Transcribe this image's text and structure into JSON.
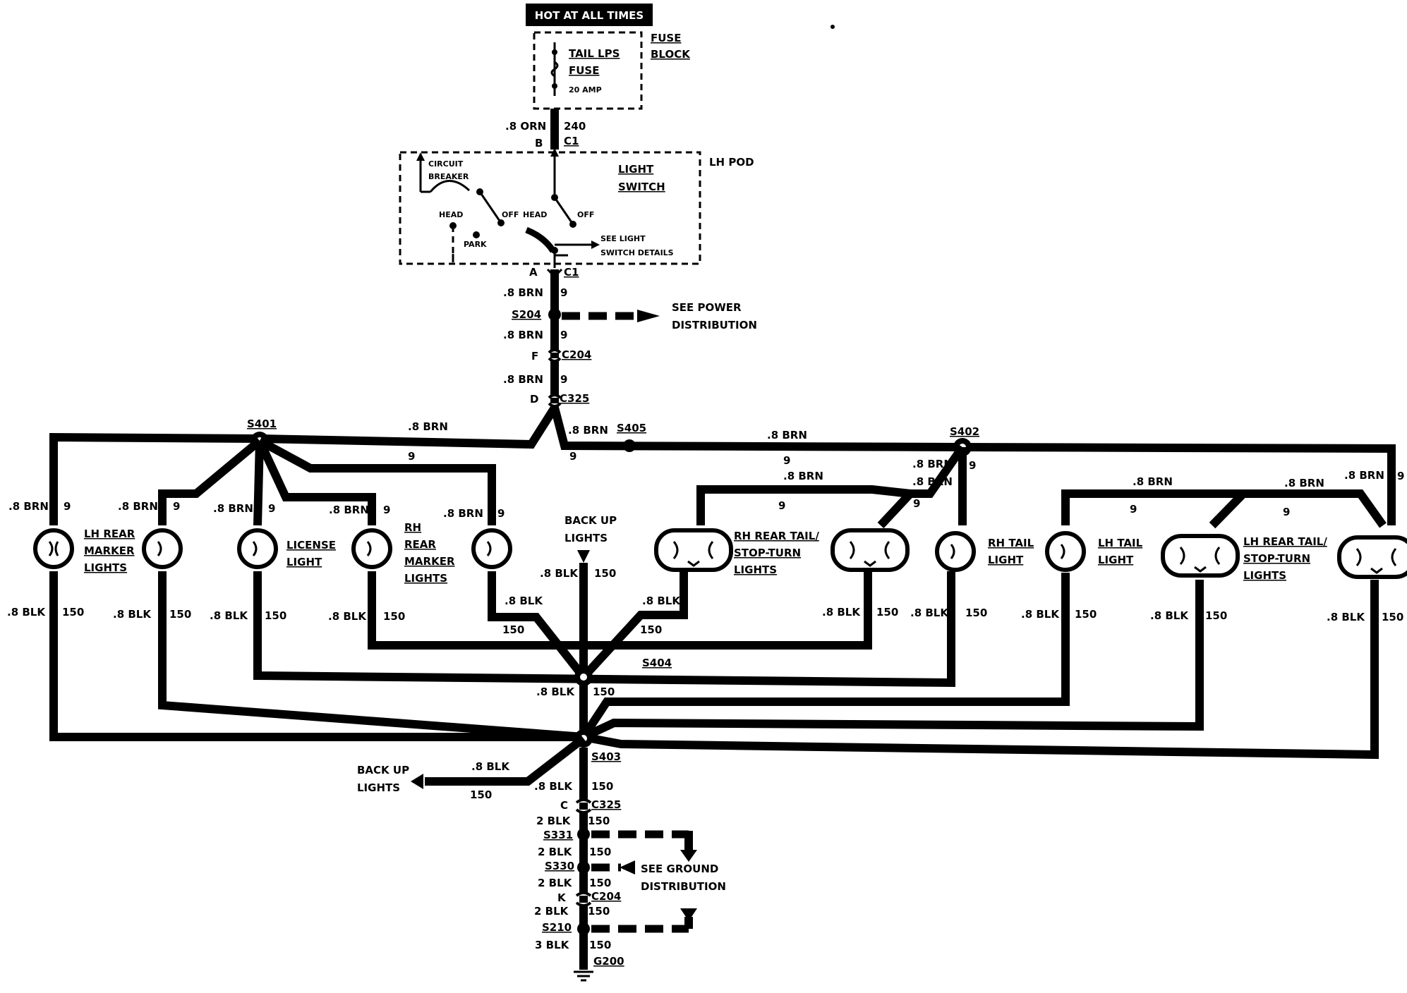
{
  "power": {
    "header": "HOT AT ALL TIMES",
    "fuse_block": {
      "title_l1": "FUSE",
      "title_l2": "BLOCK",
      "fuse_l1": "TAIL LPS",
      "fuse_l2": "FUSE",
      "rating": "20 AMP"
    },
    "feed_wire": {
      "gauge": ".8 ORN",
      "circuit": "240",
      "pin": "B",
      "connector": "C1"
    }
  },
  "lh_pod": {
    "title": "LH POD",
    "switch_l1": "LIGHT",
    "switch_l2": "SWITCH",
    "breaker_l1": "CIRCUIT",
    "breaker_l2": "BREAKER",
    "head_1": "HEAD",
    "off_1": "OFF",
    "park": "PARK",
    "head_2": "HEAD",
    "off_2": "OFF",
    "see_l1": "SEE LIGHT",
    "see_l2": "SWITCH DETAILS",
    "out_pin": "A",
    "out_connector": "C1"
  },
  "feed": {
    "seg1_gauge": ".8 BRN",
    "seg1_circuit": "9",
    "splice_s204": "S204",
    "see_power_l1": "SEE POWER",
    "see_power_l2": "DISTRIBUTION",
    "seg2_gauge": ".8 BRN",
    "seg2_circuit": "9",
    "c204_pin": "F",
    "c204": "C204",
    "seg3_gauge": ".8 BRN",
    "seg3_circuit": "9",
    "c325_pin": "D",
    "c325": "C325"
  },
  "bus": {
    "s401": "S401",
    "s405": "S405",
    "s402": "S402",
    "left_gauge": ".8 BRN",
    "left_circuit": "9",
    "right_gauge_1": ".8 BRN",
    "right_circuit_1": "9",
    "right_gauge_2": ".8 BRN",
    "right_circuit_2": "9"
  },
  "lamps": {
    "lh_rear_marker": {
      "l1": "LH REAR",
      "l2": "MARKER",
      "l3": "LIGHTS"
    },
    "license": {
      "l1": "LICENSE",
      "l2": "LIGHT"
    },
    "rh_rear_marker": {
      "l1": "RH",
      "l2": "REAR",
      "l3": "MARKER",
      "l4": "LIGHTS"
    },
    "backup_top": {
      "l1": "BACK UP",
      "l2": "LIGHTS"
    },
    "rh_rear_tail": {
      "l1": "RH REAR TAIL/",
      "l2": "STOP-TURN",
      "l3": "LIGHTS"
    },
    "rh_tail": {
      "l1": "RH TAIL",
      "l2": "LIGHT"
    },
    "lh_tail": {
      "l1": "LH TAIL",
      "l2": "LIGHT"
    },
    "lh_rear_tail": {
      "l1": "LH REAR TAIL/",
      "l2": "STOP-TURN",
      "l3": "LIGHTS"
    },
    "brn": ".8 BRN",
    "c9": "9",
    "blk": ".8 BLK",
    "c150": "150"
  },
  "ground": {
    "s404": "S404",
    "s403": "S403",
    "backup_l1": "BACK UP",
    "backup_l2": "LIGHTS",
    "blk_8": ".8 BLK",
    "c150": "150",
    "c325_pin": "C",
    "c325": "C325",
    "blk_2": "2 BLK",
    "s331": "S331",
    "s330": "S330",
    "c204_pin": "K",
    "c204": "C204",
    "s210": "S210",
    "blk_3": "3 BLK",
    "g200": "G200",
    "see_ground_l1": "SEE GROUND",
    "see_ground_l2": "DISTRIBUTION"
  }
}
